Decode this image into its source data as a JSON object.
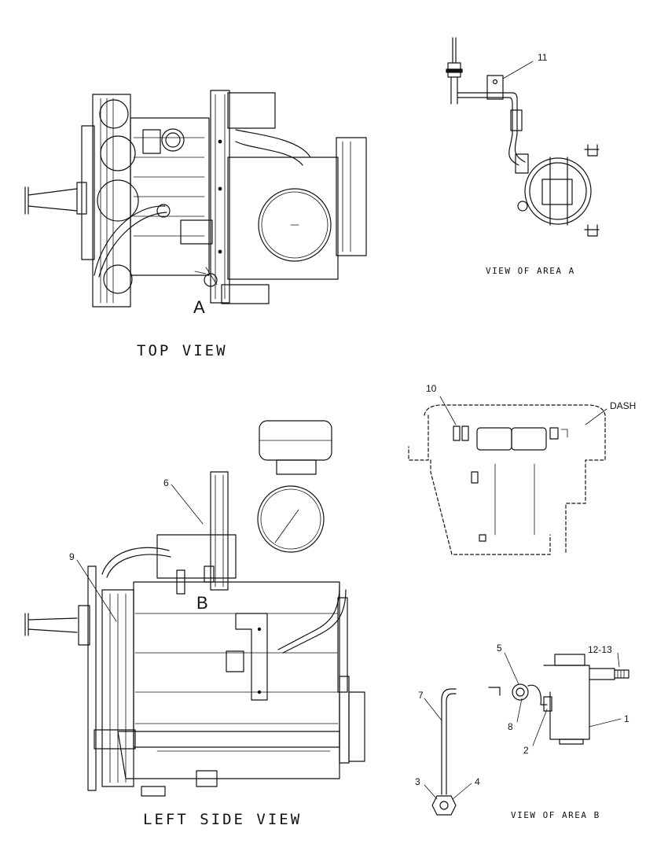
{
  "views": {
    "top_view_title": "TOP VIEW",
    "left_side_view_title": "LEFT SIDE VIEW",
    "area_a_title": "VIEW OF AREA A",
    "area_b_title": "VIEW OF AREA B",
    "area_a_marker": "A",
    "area_b_marker": "B",
    "dash_label": "DASH"
  },
  "callouts": {
    "c1": "1",
    "c2": "2",
    "c3": "3",
    "c4": "4",
    "c5": "5",
    "c6": "6",
    "c7": "7",
    "c8": "8",
    "c9": "9",
    "c10": "10",
    "c11": "11",
    "c12_13": "12-13"
  }
}
